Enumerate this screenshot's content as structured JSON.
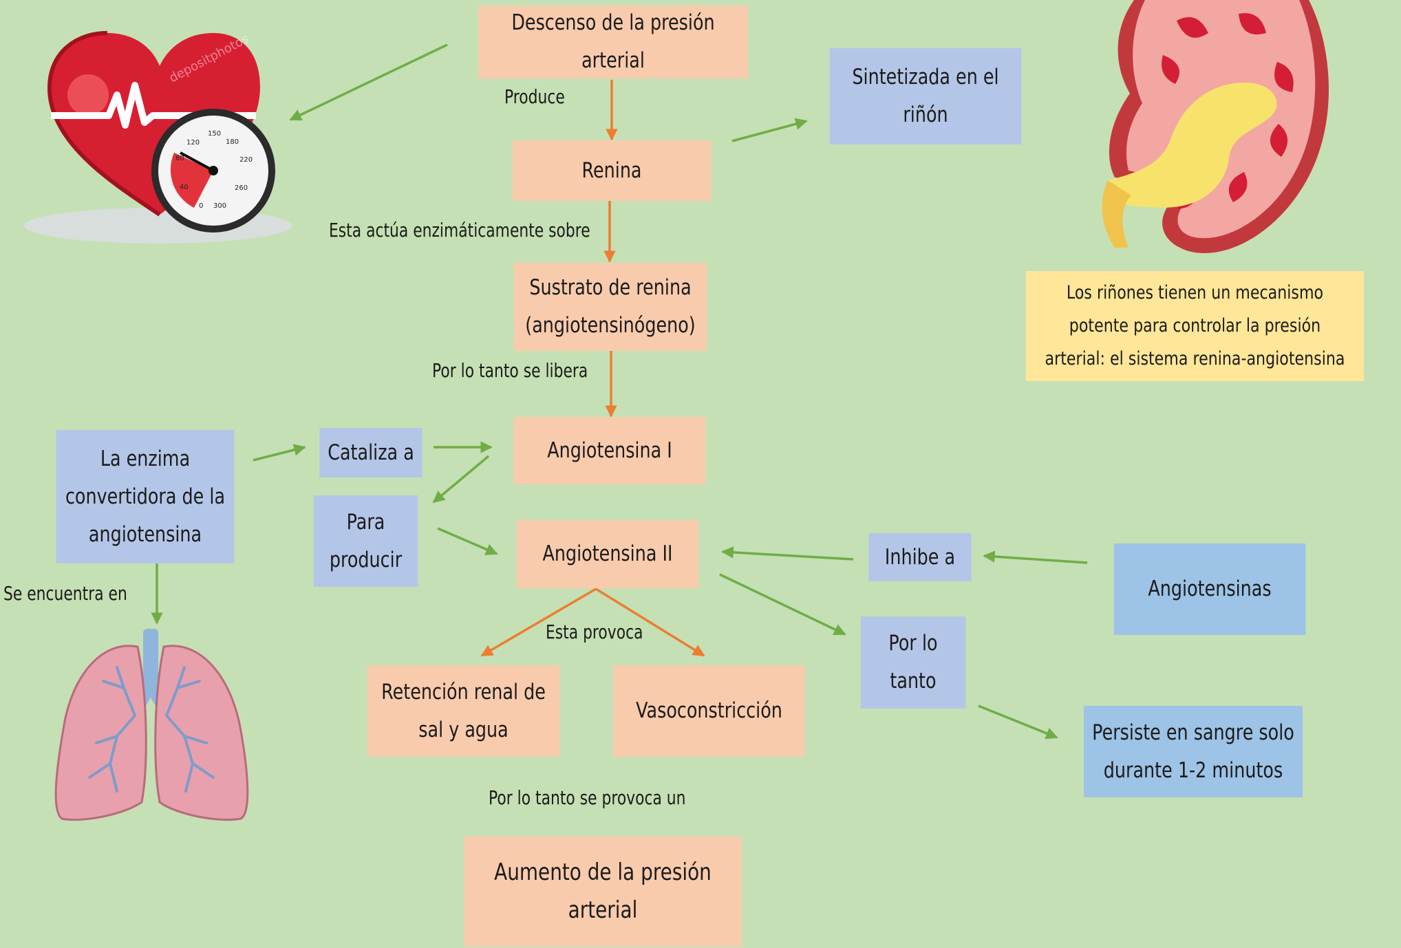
{
  "nodes": {
    "descenso": "Descenso de la presión arterial",
    "sintetizada": "Sintetizada en el riñón",
    "renina": "Renina",
    "sustrato": "Sustrato de renina (angiotensinógeno)",
    "enzima": "La enzima convertidora de la angiotensina",
    "cataliza": "Cataliza a",
    "angiotensina_1": "Angiotensina I",
    "para_producir": "Para producir",
    "angiotensina_2": "Angiotensina II",
    "inhibe": "Inhibe a",
    "angiotensinas": "Angiotensinas",
    "por_lo_tanto": "Por lo tanto",
    "retencion": "Retención renal de sal y agua",
    "vasoconstriccion": "Vasoconstricción",
    "persiste": "Persiste en sangre solo durante 1-2 minutos",
    "aumento": "Aumento de la presión arterial",
    "nota_rinones": "Los riñones tienen un mecanismo potente para controlar la presión arterial: el sistema renina-angiotensina"
  },
  "edge_labels": {
    "produce": "Produce",
    "actua": "Esta actúa enzimáticamente sobre",
    "libera": "Por lo tanto se libera",
    "se_encuentra": "Se encuentra en",
    "provoca": "Esta provoca",
    "provoca_un": "Por lo tanto se provoca un"
  },
  "images": {
    "heart": {
      "icon": "heart-with-blood-pressure-gauge",
      "gauge_ticks": [
        "40",
        "80",
        "120",
        "150",
        "180",
        "220",
        "260",
        "300",
        "0"
      ],
      "watermark": "depositphotos"
    },
    "kidney": {
      "icon": "kidney-cross-section"
    },
    "lungs": {
      "icon": "lungs"
    }
  },
  "colors": {
    "background": "#c5e0b4",
    "orange_box": "#f8cbad",
    "blue_box": "#b4c6e7",
    "blue_box_dark": "#9dc3e6",
    "yellow_box": "#ffe699",
    "orange_arrow": "#ed7d31",
    "green_arrow": "#70ad47"
  }
}
